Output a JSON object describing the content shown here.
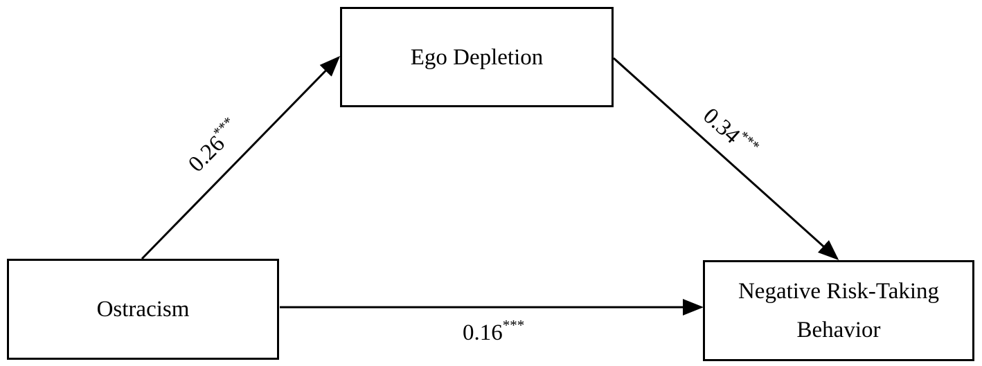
{
  "diagram": {
    "nodes": {
      "mediator": {
        "label": "Ego Depletion"
      },
      "predictor": {
        "label": "Ostracism"
      },
      "outcome": {
        "lines": [
          "Negative Risk-Taking",
          "Behavior"
        ]
      }
    },
    "paths": {
      "a": {
        "from": "Ostracism",
        "to": "Ego Depletion",
        "value": "0.26",
        "sig": "***"
      },
      "b": {
        "from": "Ego Depletion",
        "to": "Negative Risk-Taking Behavior",
        "value": "0.34",
        "sig": "***"
      },
      "c": {
        "from": "Ostracism",
        "to": "Negative Risk-Taking Behavior",
        "value": "0.16",
        "sig": "***"
      }
    },
    "colors": {
      "stroke": "#000000",
      "background": "#ffffff"
    }
  }
}
